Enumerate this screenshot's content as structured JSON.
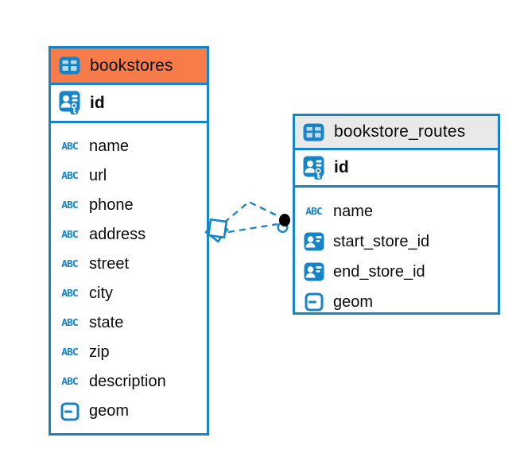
{
  "colors": {
    "accent_blue": "#1584c9",
    "bookstores_header": "#f87c4a",
    "routes_header": "#e9e9e9",
    "relationship_endpoint": "#000000"
  },
  "icons": {
    "text_type_label": "ABC"
  },
  "tables": [
    {
      "name": "bookstores",
      "header_style": "orange",
      "primary_key": {
        "label": "id",
        "type": "primary-key"
      },
      "columns": [
        {
          "label": "name",
          "type": "text"
        },
        {
          "label": "url",
          "type": "text"
        },
        {
          "label": "phone",
          "type": "text"
        },
        {
          "label": "address",
          "type": "text"
        },
        {
          "label": "street",
          "type": "text"
        },
        {
          "label": "city",
          "type": "text"
        },
        {
          "label": "state",
          "type": "text"
        },
        {
          "label": "zip",
          "type": "text"
        },
        {
          "label": "description",
          "type": "text"
        },
        {
          "label": "geom",
          "type": "geometry"
        }
      ]
    },
    {
      "name": "bookstore_routes",
      "header_style": "gray",
      "primary_key": {
        "label": "id",
        "type": "primary-key"
      },
      "columns": [
        {
          "label": "name",
          "type": "text"
        },
        {
          "label": "start_store_id",
          "type": "foreign-key"
        },
        {
          "label": "end_store_id",
          "type": "foreign-key"
        },
        {
          "label": "geom",
          "type": "geometry"
        }
      ]
    }
  ],
  "relationships": [
    {
      "from": "bookstores",
      "to": "bookstore_routes",
      "line_style": "dashed",
      "source_marker": "diamond",
      "target_marker": "dot"
    },
    {
      "from": "bookstores",
      "to": "bookstore_routes",
      "line_style": "dashed",
      "source_marker": "diamond",
      "target_marker": "dot"
    }
  ]
}
